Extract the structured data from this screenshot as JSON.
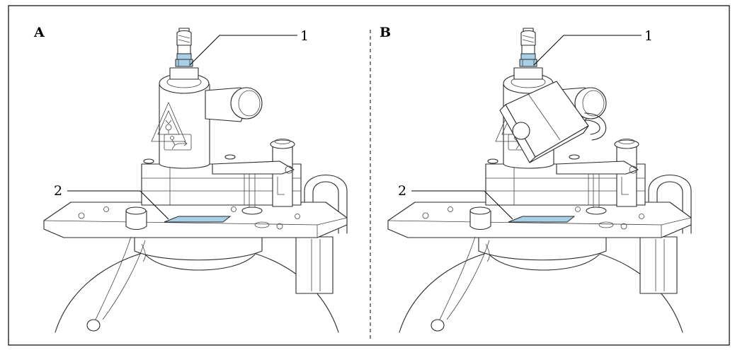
{
  "panels": [
    {
      "id": "A",
      "label": "A",
      "callouts": [
        "1",
        "2"
      ]
    },
    {
      "id": "B",
      "label": "B",
      "callouts": [
        "1",
        "2"
      ]
    }
  ],
  "colors": {
    "highlight": "#a9cfe6",
    "line": "#2a2a2a",
    "frame": "#000000"
  }
}
